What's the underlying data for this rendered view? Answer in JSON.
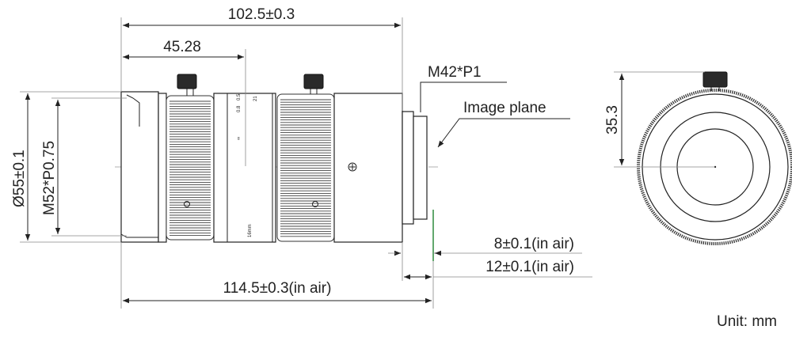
{
  "dimensions": {
    "overall_length": "102.5±0.3",
    "front_length": "45.28",
    "mount_thread": "M42*P1",
    "image_plane": "Image plane",
    "outer_diameter": "Ø55±0.1",
    "filter_thread": "M52*P0.75",
    "flange_8": "8±0.1(in air)",
    "flange_12": "12±0.1(in air)",
    "total_length": "114.5±0.3(in air)",
    "knob_height": "35.3"
  },
  "lens_markings": {
    "f_scale": [
      "0.8",
      "0.5",
      "∞",
      "21"
    ],
    "mm_mark": "16mm"
  },
  "footer": {
    "unit": "Unit: mm"
  },
  "colors": {
    "line": "#222222",
    "image_plane_marker": "#2e8b3e"
  }
}
